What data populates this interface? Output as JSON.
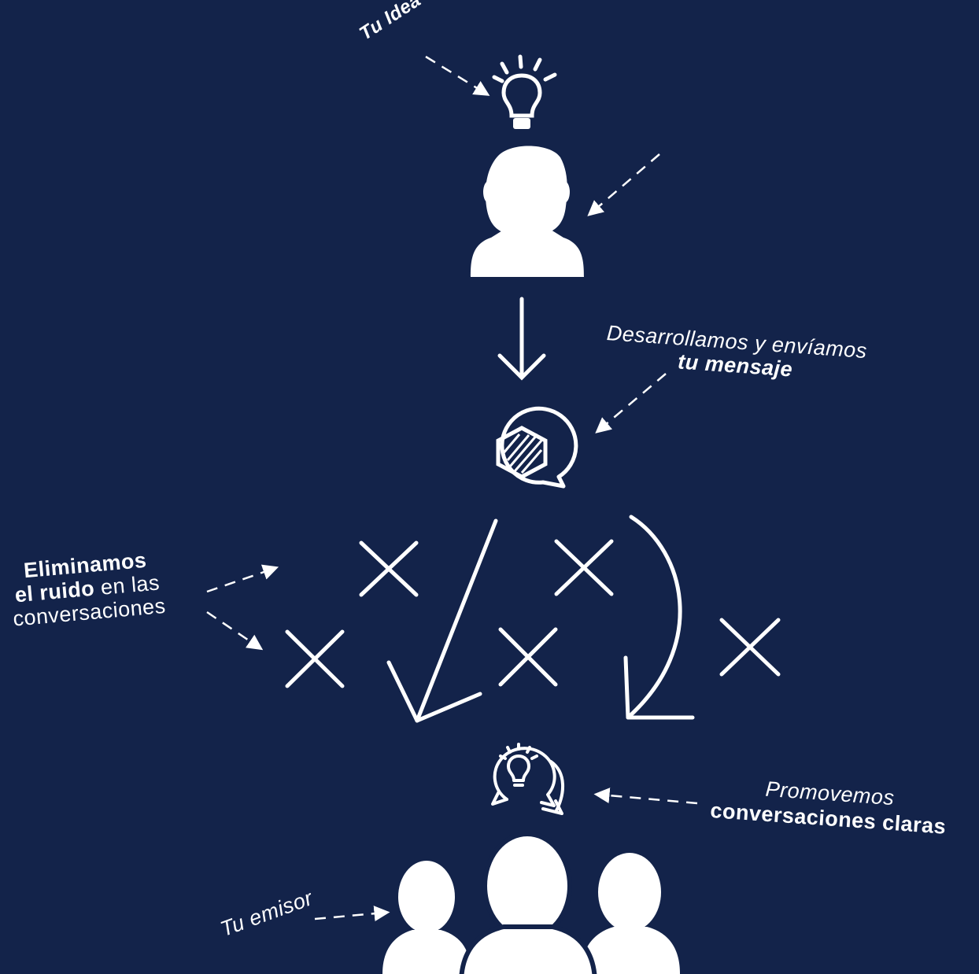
{
  "colors": {
    "background": "#13234a",
    "foreground": "#ffffff"
  },
  "labels": {
    "idea": "Tu Idea",
    "develop_line1": "Desarrollamos y envíamos",
    "develop_line2": "tu mensaje",
    "noise_bold1": "Eliminamos",
    "noise_bold2": "el ruido",
    "noise_regular2": " en las",
    "noise_line3": "conversaciones",
    "promote_line1": "Promovemos",
    "promote_line2": "conversaciones claras",
    "emisor": "Tu emisor"
  },
  "icons": {
    "idea": "lightbulb-icon",
    "person": "person-icon",
    "message": "hexagon-chat-bubble-icon",
    "noise": "x-mark-icon",
    "conversation": "idea-chat-bubbles-icon",
    "audience": "people-group-icon"
  }
}
